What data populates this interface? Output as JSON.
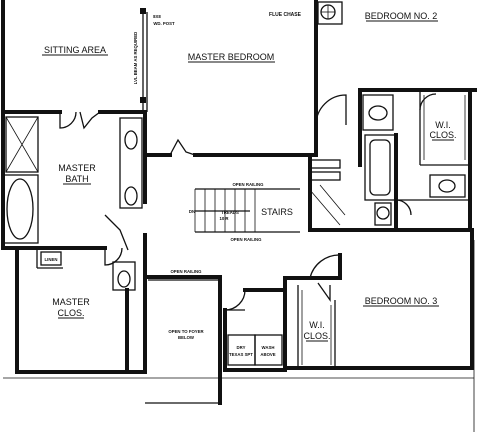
{
  "labels": {
    "sitting_area": "SITTING AREA",
    "master_bedroom": "MASTER BEDROOM",
    "bedroom_2": "BEDROOM NO. 2",
    "bedroom_3": "BEDROOM NO. 3",
    "master_bath_1": "MASTER",
    "master_bath_2": "BATH",
    "master_clos_1": "MASTER",
    "master_clos_2": "CLOS.",
    "wi_clos_1_a": "W.I.",
    "wi_clos_1_b": "CLOS.",
    "wi_clos_2_a": "W.I.",
    "wi_clos_2_b": "CLOS.",
    "stairs": "STAIRS",
    "open_railing_top": "OPEN RAILING",
    "open_railing_bottom": "OPEN RAILING",
    "open_railing_left": "OPEN RAILING",
    "open_foyer_1": "OPEN TO FOYER",
    "open_foyer_2": "BELOW",
    "linen": "LINEN",
    "flue_chase": "FLUE CHASE",
    "post_1": "8X8",
    "post_2": "WD. POST",
    "lvl_beam": "LVL BEAM AS REQUIRED",
    "stair_dn": "DN",
    "stair_note_1": "TREADS",
    "stair_note_2": "10 R",
    "dryer_1": "DRY",
    "dryer_2": "TEXAS SPT",
    "washer_1": "WASH",
    "washer_2": "ABOVE"
  }
}
